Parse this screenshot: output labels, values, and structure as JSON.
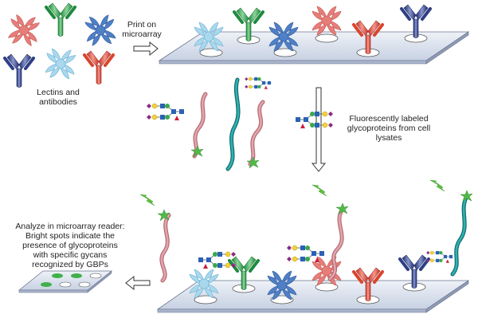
{
  "labels": {
    "lectins_antibodies": "Lectins and\nantibodies",
    "print_on_microarray": "Print on\nmicroarray",
    "fluorescently_labeled": "Fluorescently labeled\nglycoproteins from cell\nlysates",
    "analyze": "Analyze in microarray reader:\nBright spots indicate the\npresence of glycoproteins\nwith specific gycans\nrecognized by GBPs"
  },
  "colors": {
    "lectin_red": "#e77d79",
    "lectin_blue": "#4f7fc6",
    "lectin_lightblue": "#a9d8ee",
    "antibody_green": "#3aa85a",
    "antibody_navy": "#2e3f86",
    "antibody_red": "#d9452e",
    "protein_pink": "#d98a92",
    "protein_teal": "#1f9a9a",
    "slide": "#d9e1ee",
    "spot_green": "#3fb04a",
    "star_green": "#52b948"
  },
  "icons": [
    "lectin-icon",
    "antibody-icon",
    "arrow-right-icon",
    "arrow-down-icon",
    "arrow-left-icon",
    "glycan-icon",
    "fluorophore-star-icon",
    "microarray-slide-icon"
  ]
}
